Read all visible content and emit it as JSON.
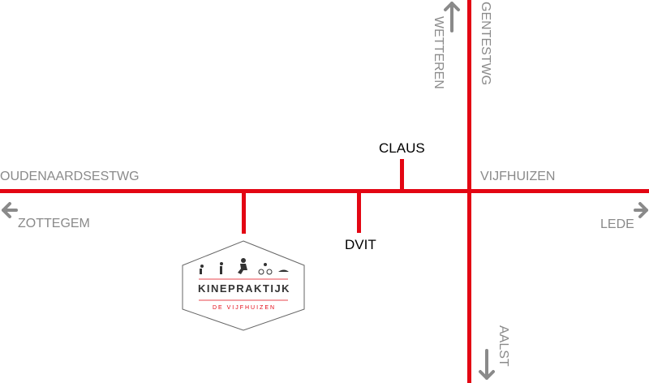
{
  "roads": {
    "west": "OUDENAARDSESTWG",
    "east": "VIJFHUIZEN",
    "north": "GENTESTWG"
  },
  "directions": {
    "west": "ZOTTEGEM",
    "east": "LEDE",
    "north": "WETTEREN",
    "south": "AALST"
  },
  "pois": {
    "claus": "CLAUS",
    "dvit": "DVIT"
  },
  "logo": {
    "name": "KINEPRAKTIJK",
    "subtitle": "DE VIJFHUIZEN"
  },
  "colors": {
    "road": "#e30613",
    "label": "#8a8a8a"
  }
}
